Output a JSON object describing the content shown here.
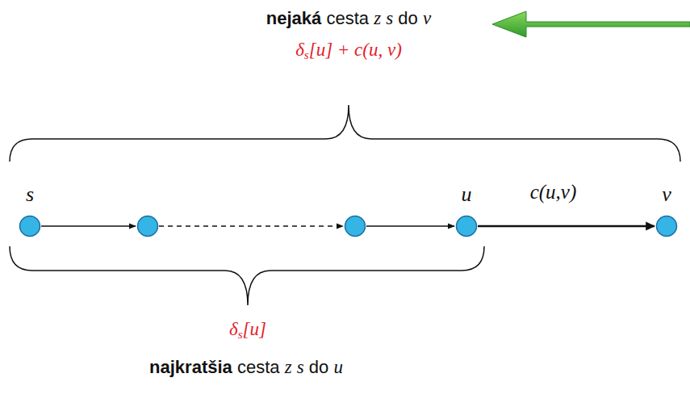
{
  "diagram": {
    "nodes": [
      {
        "text": [
          "s"
        ]
      },
      {
        "text": [
          "u"
        ]
      },
      {
        "text": [
          "v"
        ]
      }
    ],
    "edges": [
      {
        "from": 1,
        "to": 2,
        "arrow": "to",
        "label": "c(u,v)"
      }
    ],
    "labels": [
      "nejaká cesta z s do v",
      "δs[u] + c(u, v)",
      "δs[u]",
      "najkratšia cesta z s do u"
    ]
  }
}
